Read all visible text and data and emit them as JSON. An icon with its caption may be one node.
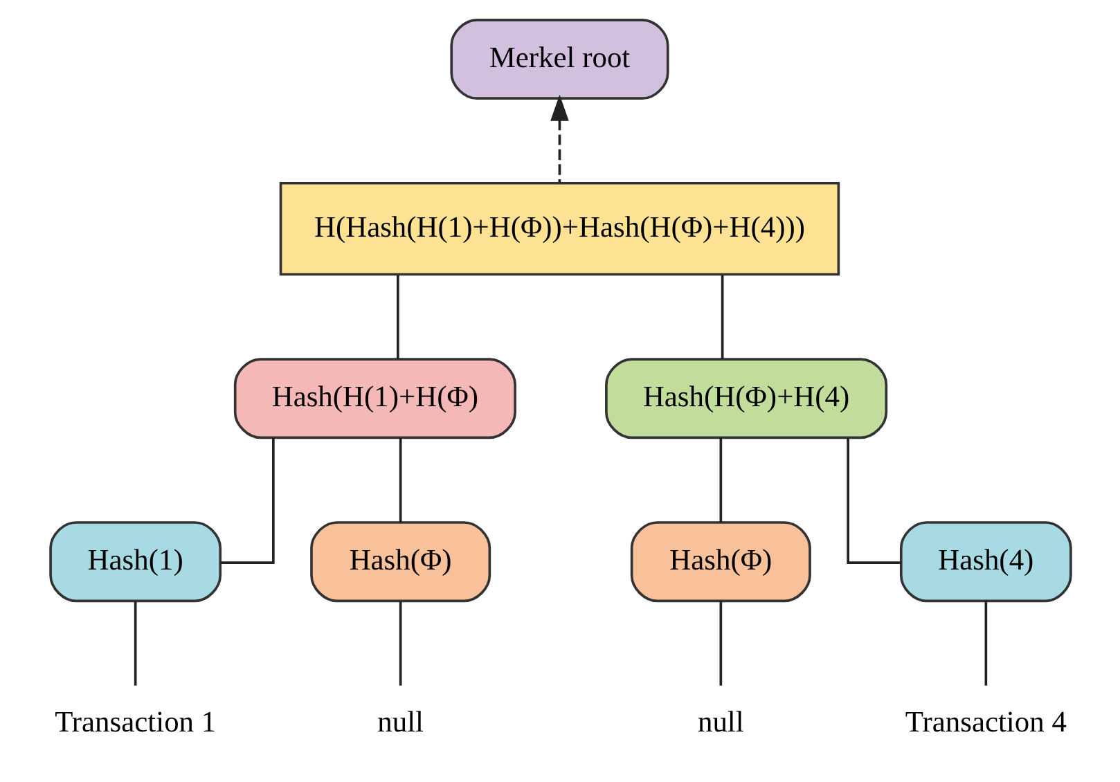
{
  "diagram": {
    "nodes": [
      {
        "text": [
          "Merkel root"
        ]
      },
      {
        "text": [
          "H(Hash(H(1)+H(Φ))+Hash(H(Φ)+H(4)))"
        ]
      },
      {
        "text": [
          "Hash(H(1)+H(Φ)"
        ]
      },
      {
        "text": [
          "Hash(H(Φ)+H(4)"
        ]
      },
      {
        "text": [
          "Hash(1)"
        ]
      },
      {
        "text": [
          "Hash(Φ)"
        ]
      },
      {
        "text": [
          "Hash(Φ)"
        ]
      },
      {
        "text": [
          "Hash(4)"
        ]
      },
      {
        "text": [
          "Transaction 1"
        ]
      },
      {
        "text": [
          "null"
        ]
      },
      {
        "text": [
          "null"
        ]
      },
      {
        "text": [
          "Transaction 4"
        ]
      }
    ],
    "edges": [
      {
        "from": 1,
        "to": 0,
        "arrow": "to",
        "style": "dashed"
      },
      {
        "from": 1,
        "to": 2,
        "arrow": "none"
      },
      {
        "from": 1,
        "to": 3,
        "arrow": "none"
      },
      {
        "from": 2,
        "to": 4,
        "arrow": "none"
      },
      {
        "from": 2,
        "to": 5,
        "arrow": "none"
      },
      {
        "from": 3,
        "to": 6,
        "arrow": "none"
      },
      {
        "from": 3,
        "to": 7,
        "arrow": "none"
      },
      {
        "from": 4,
        "to": 8,
        "arrow": "none"
      },
      {
        "from": 5,
        "to": 9,
        "arrow": "none"
      },
      {
        "from": 6,
        "to": 10,
        "arrow": "none"
      },
      {
        "from": 7,
        "to": 11,
        "arrow": "none"
      }
    ]
  }
}
